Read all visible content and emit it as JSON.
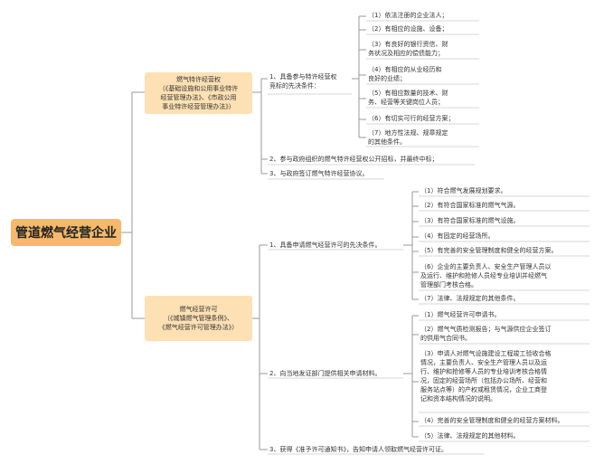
{
  "root": "管道燃气经营企业",
  "franchise": {
    "title_lines": [
      "燃气特许经营权",
      "（《基础设施和公用事业特许",
      "经营管理办法》、《市政公用",
      "事业特许经营管理办法》）"
    ],
    "q1": {
      "label_lines": [
        "1、具备参与特许经营权",
        "竞标的先决条件："
      ],
      "items": [
        [
          "（1）依法注册的企业法人；"
        ],
        [
          "（2）有相应的设施、设备；"
        ],
        [
          "（3）有良好的银行资信、财",
          "务状况及相应的偿债能力；"
        ],
        [
          "（4）有相应的从业经历和",
          "良好的业绩；"
        ],
        [
          "（5）有相应数量的技术、财",
          "务、经营等关键岗位人员；"
        ],
        [
          "（6）有切实可行的经营方案；"
        ],
        [
          "（7）地方性法规、规章规定",
          "的其他条件。"
        ]
      ]
    },
    "q2": "2、参与政府组织的燃气特许经营权公开招标，并最终中标；",
    "q3": "3、与政府签订燃气特许经营协议。"
  },
  "license": {
    "title_lines": [
      "燃气经营许可",
      "（《城镇燃气管理条例》、",
      "《燃气经营许可管理办法》）"
    ],
    "q1": {
      "label": "1、具备申请燃气经营许可的先决条件。",
      "items": [
        [
          "（1）符合燃气发展规划要求。"
        ],
        [
          "（2）有符合国家标准的燃气气源。"
        ],
        [
          "（3）有符合国家标准的燃气设施。"
        ],
        [
          "（4）有固定的经营场所。"
        ],
        [
          "（5）有完善的安全管理制度和健全的经营方案。"
        ],
        [
          "（6）企业的主要负责人、安全生产管理人员以",
          "及运行、维护和抢修人员经专业培训并经燃气",
          "管理部门考核合格。"
        ],
        [
          "（7）法律、法规规定的其他条件。"
        ]
      ]
    },
    "q2": {
      "label": "2、向当地发证部门提供相关申请材料。",
      "items": [
        [
          "（1）燃气经营许可申请书。"
        ],
        [
          "（2）燃气气质检测报告；与气源供应企业签订",
          "的供用气合同书。"
        ],
        [
          "（3）申请人对燃气设施建设工程竣工验收合格",
          "情况，主要负责人、安全生产管理人员以及运",
          "行、维护和抢修等人员的专业培训考核合格情",
          "况，固定的经营场所（包括办公场所、经营和",
          "服务站点等）的产权或租赁情况，企业工商登",
          "记和资本结构情况的说明。"
        ],
        [
          "（4）完善的安全管理制度和健全的经营方案材料。"
        ],
        [
          "（5）法律、法规规定的其他材料。"
        ]
      ]
    },
    "q3": "3、获得《准予许可通知书》，告知申请人领取燃气经营许可证。"
  },
  "colors": {
    "root": "#f6b96b",
    "topic": "#fde0b3",
    "line": "#888888"
  }
}
